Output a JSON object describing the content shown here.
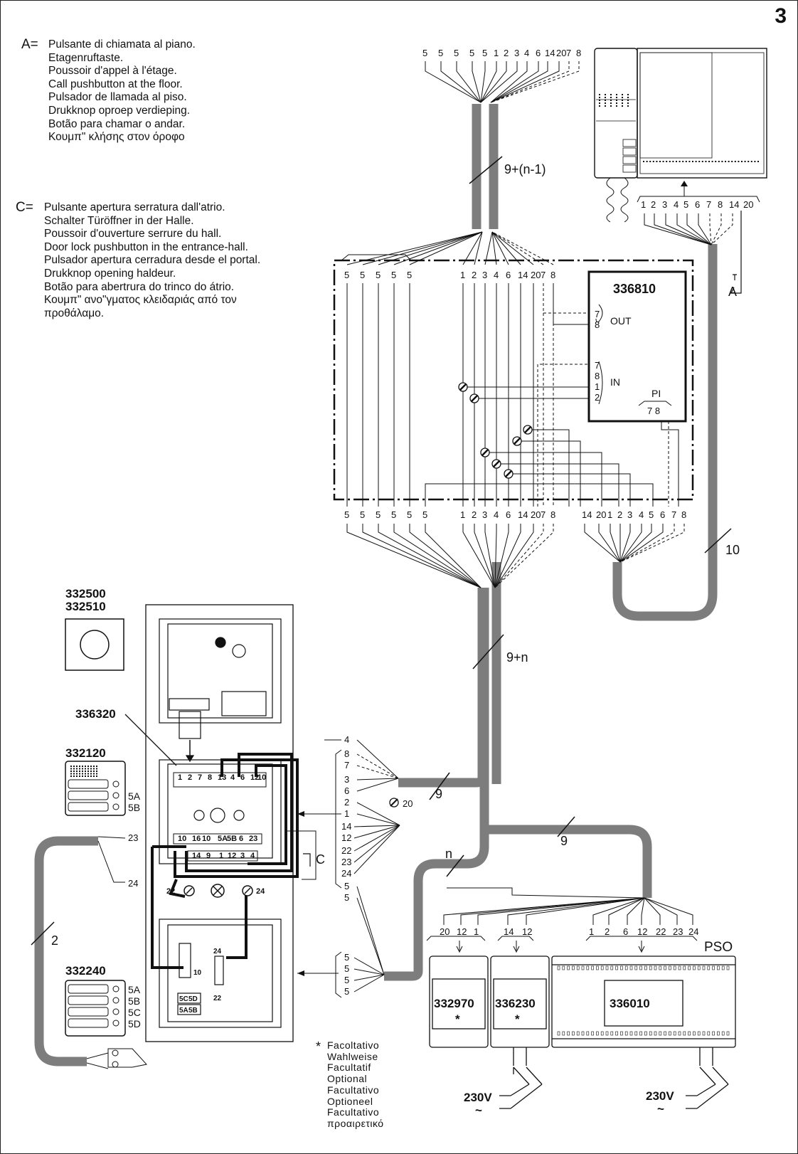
{
  "page_number": "3",
  "legends": {
    "a": {
      "key": "A=",
      "lines": [
        "Pulsante di chiamata al piano.",
        "Etagenruftaste.",
        "Poussoir d'appel à l'étage.",
        "Call pushbutton at the floor.",
        "Pulsador de llamada al piso.",
        "Drukknop oproep verdieping.",
        "Botão para chamar o andar.",
        "Κουμπ\" κλήσης στον όροφο"
      ]
    },
    "c": {
      "key": "C=",
      "lines": [
        "Pulsante apertura serratura dall'atrio.",
        "Schalter Türöffner in der Halle.",
        "Poussoir d'ouverture serrure du hall.",
        "Door lock pushbutton in the entrance-hall.",
        "Pulsador apertura cerradura desde el portal.",
        "Drukknop opening haldeur.",
        "Botão para abertrura do trinco do átrio.",
        "Κουμπ\" ανο\"γματος κλειδαριάς από τον",
        "προθάλαμο."
      ]
    }
  },
  "optional_note": {
    "marker": "*",
    "lines": [
      "Facoltativo",
      "Wahlweise",
      "Facultatif",
      "Optional",
      "Facultativo",
      "Optioneel",
      "Facultativo",
      "προαιρετικό"
    ]
  },
  "devices": {
    "monitor_terminals": [
      "1",
      "2",
      "3",
      "4",
      "5",
      "6",
      "7",
      "8",
      "14",
      "20"
    ],
    "distributor": {
      "model": "336810",
      "out_label": "OUT",
      "out_terminals": [
        "7",
        "8"
      ],
      "in_label": "IN",
      "in_terminals": [
        "7",
        "8",
        "1",
        "2"
      ],
      "pi_label": "PI",
      "pi_terminals": "7 8",
      "top_terminals": [
        "5",
        "5",
        "5",
        "5",
        "5",
        "1",
        "2",
        "3",
        "4",
        "6",
        "14",
        "20",
        "7",
        "8"
      ],
      "bottom_left_terminals": [
        "5",
        "5",
        "5",
        "5",
        "5",
        "5",
        "1",
        "2",
        "3",
        "4",
        "6",
        "14",
        "20",
        "7",
        "8"
      ],
      "bottom_right_terminals": [
        "14",
        "20",
        "1",
        "2",
        "3",
        "4",
        "5",
        "6",
        "7",
        "8"
      ]
    },
    "top_cable_terminals": [
      "5",
      "5",
      "5",
      "5",
      "5",
      "1",
      "2",
      "3",
      "4",
      "6",
      "14",
      "20",
      "7",
      "8"
    ],
    "panel_models": [
      "332500",
      "332510",
      "336320",
      "332120",
      "332240"
    ],
    "key_5a": "5A",
    "key_5b": "5B",
    "key_5c": "5C",
    "key_5d": "5D",
    "module_terminals_top": [
      "1",
      "2",
      "7",
      "8",
      "13",
      "4",
      "6",
      "12",
      "10"
    ],
    "module_terminals_mid": [
      "10",
      "16",
      "10",
      "5A",
      "5B",
      "6",
      "23"
    ],
    "module_terminals_bot": [
      "14",
      "9",
      "1",
      "12",
      "3",
      "4"
    ],
    "lock_terminals": [
      "22",
      "24"
    ],
    "lower_terminals": [
      "10",
      "24",
      "22"
    ],
    "lower_key_labels": [
      "5C",
      "5D",
      "5A",
      "5B"
    ],
    "power_module": "PSO",
    "power_model": "336010",
    "extra_models": [
      "332970",
      "336230"
    ],
    "optional_star": "*",
    "voltage": "230V",
    "voltage_symbol": "~",
    "psu_terminals_a": [
      "20",
      "12",
      "1"
    ],
    "psu_terminals_b": [
      "14",
      "12"
    ],
    "psu_terminals_c": [
      "1",
      "2",
      "6",
      "12",
      "22",
      "23",
      "24"
    ],
    "junction_terminals": [
      "4",
      "8",
      "7",
      "3",
      "6",
      "2",
      "1",
      "14",
      "12",
      "22",
      "23",
      "24",
      "5",
      "5"
    ],
    "junction_node": "20",
    "lower_junction": [
      "5",
      "5",
      "5",
      "5"
    ],
    "lock_left": [
      "23",
      "24"
    ]
  },
  "cables": {
    "top": "9+(n-1)",
    "middle": "9+n",
    "monitor": "10",
    "left": "2",
    "junction_a": "9",
    "junction_b": "9",
    "n": "n"
  },
  "labels": {
    "a": "A",
    "c": "C"
  }
}
